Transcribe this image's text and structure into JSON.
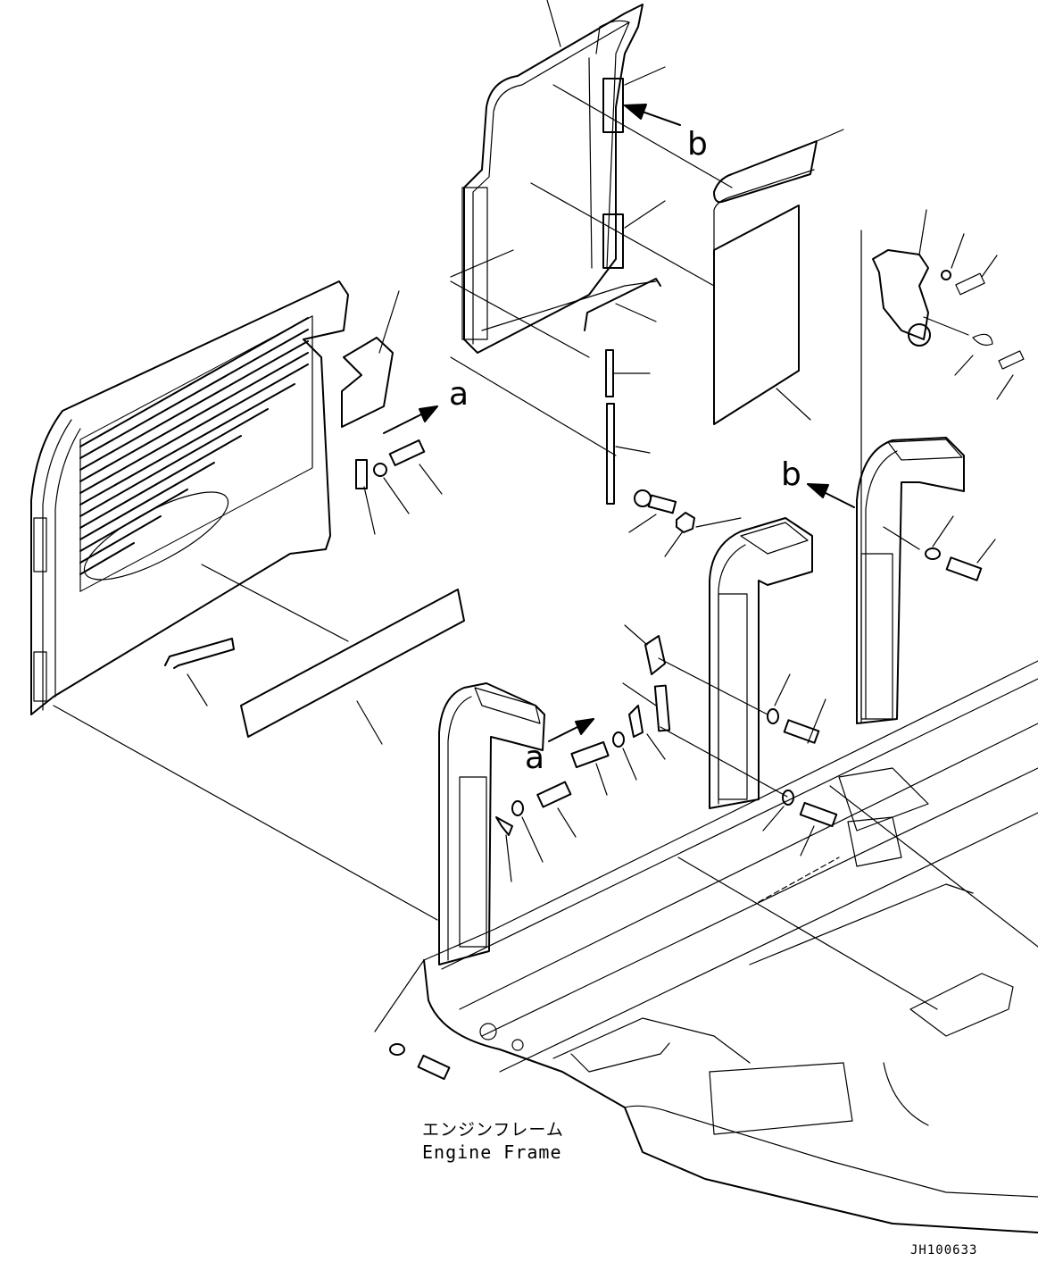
{
  "callouts": {
    "a_upper": "a",
    "a_lower": "a",
    "b_upper": "b",
    "b_lower": "b"
  },
  "caption": {
    "japanese": "エンジンフレーム",
    "english": "Engine Frame"
  },
  "drawing_id": "JH100633"
}
